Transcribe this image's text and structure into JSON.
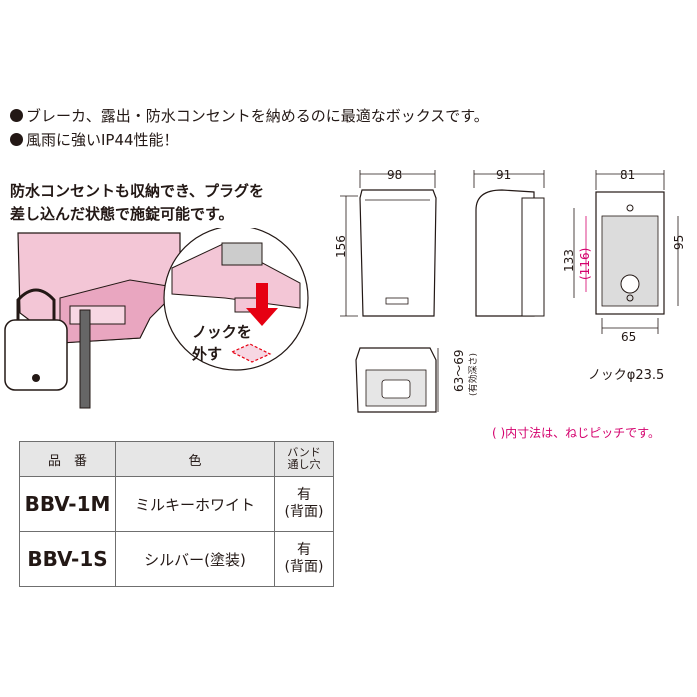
{
  "bullets": [
    "ブレーカ、露出・防水コンセントを納めるのに最適なボックスです。",
    "風雨に強いIP44性能！"
  ],
  "lead_lines": [
    "防水コンセントも収納でき、プラグを",
    "差し込んだ状態で施錠可能です。"
  ],
  "knock_callout": [
    "ノックを",
    "外す"
  ],
  "dimensions": {
    "front_width": "98",
    "front_height": "156",
    "side_depth": "91",
    "back_width": "81",
    "back_height": "95",
    "screw_pitch_outer": "133",
    "screw_pitch_inner": "(116)",
    "bottom_width": "65",
    "bottom_range": "63～69",
    "bottom_range_note": "(有効深さ)",
    "knock": "ノックφ23.5"
  },
  "note": "( )内寸法は、ねじピッチです。",
  "table": {
    "headers": {
      "code": "品　番",
      "color": "色",
      "band": [
        "バンド",
        "通し穴"
      ]
    },
    "rows": [
      {
        "code": "BBV-1M",
        "color": "ミルキーホワイト",
        "band": [
          "有",
          "(背面)"
        ]
      },
      {
        "code": "BBV-1S",
        "color": "シルバー(塗装)",
        "band": [
          "有",
          "(背面)"
        ]
      }
    ]
  }
}
